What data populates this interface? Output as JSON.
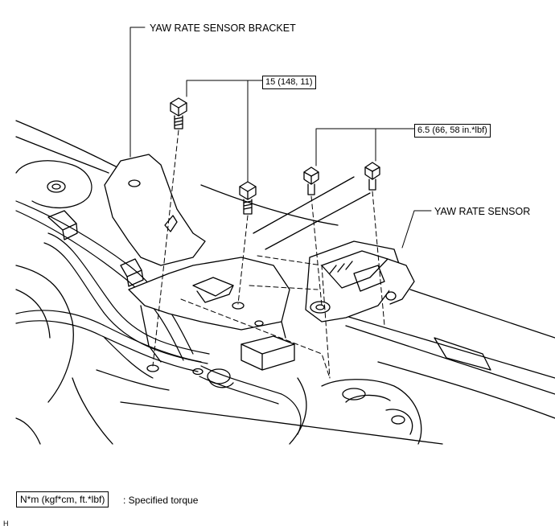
{
  "labels": {
    "bracket": "YAW RATE SENSOR BRACKET",
    "sensor": "YAW RATE SENSOR"
  },
  "torque": {
    "bracket_bolts": "15 (148, 11)",
    "sensor_bolts": "6.5 (66, 58 in.*lbf)"
  },
  "legend": {
    "unit_box": "N*m (kgf*cm, ft.*lbf)",
    "description": ": Specified torque"
  },
  "figure_code": "H"
}
